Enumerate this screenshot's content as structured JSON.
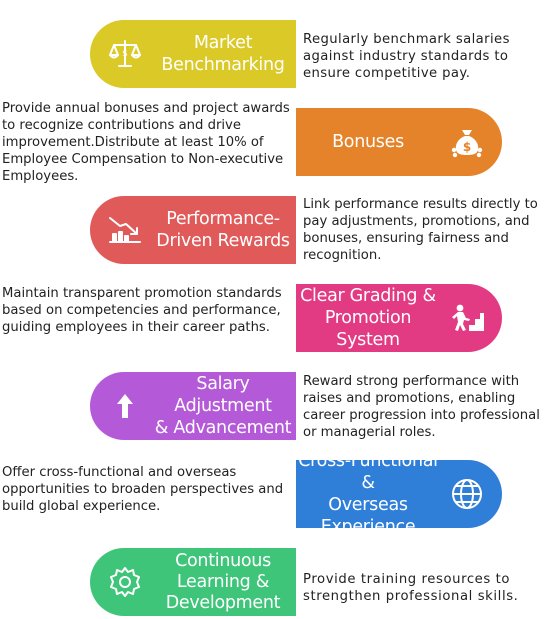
{
  "colors": {
    "market": "#dbc928",
    "bonuses": "#e5832a",
    "performance": "#e15a5a",
    "grading": "#e23a83",
    "salary": "#b45ad8",
    "cross": "#2f7fd8",
    "learning": "#3ec57a"
  },
  "items": [
    {
      "title": "Market\nBenchmarking",
      "icon": "balance-scale-icon",
      "description": "Regularly benchmark salaries against industry standards to ensure competitive pay."
    },
    {
      "title": "Bonuses",
      "icon": "money-bag-icon",
      "description": "Provide annual bonuses and project awards to recognize contributions and drive improvement.Distribute at least 10% of Employee Compensation to Non-executive Employees."
    },
    {
      "title": "Performance-\nDriven Rewards",
      "icon": "declining-chart-icon",
      "description": "Link performance results directly to pay adjustments, promotions, and bonuses, ensuring fairness and recognition."
    },
    {
      "title": "Clear Grading &\nPromotion System",
      "icon": "climbing-steps-icon",
      "description": "Maintain transparent promotion standards based on competencies and performance, guiding employees in their career paths."
    },
    {
      "title": "Salary Adjustment\n& Advancement",
      "icon": "up-arrow-icon",
      "description": "Reward strong performance with raises and promotions, enabling career progression into professional or managerial roles."
    },
    {
      "title": "Cross-Functional &\nOverseas Experience",
      "icon": "globe-icon",
      "description": "Offer cross-functional and overseas opportunities to broaden perspectives and build global experience."
    },
    {
      "title": "Continuous\nLearning &\nDevelopment",
      "icon": "gear-icon",
      "description": "Provide training resources to strengthen professional skills."
    }
  ]
}
